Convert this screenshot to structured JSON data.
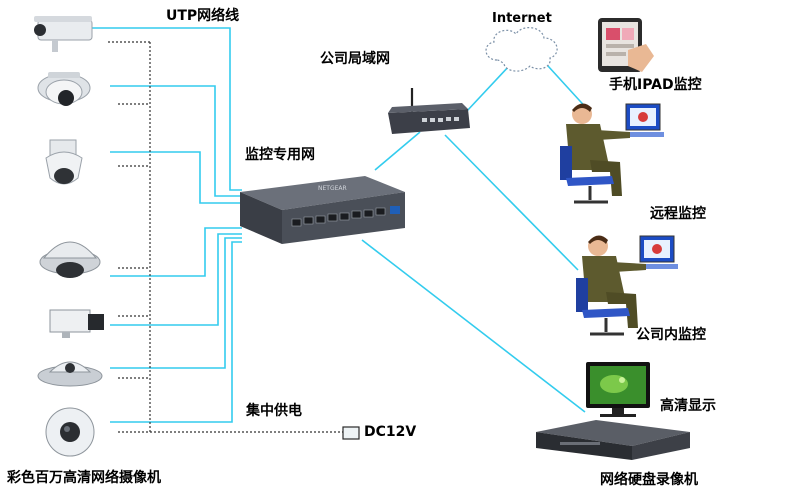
{
  "labels": {
    "utp": "UTP网络线",
    "internet": "Internet",
    "lan": "公司局域网",
    "switch_net": "监控专用网",
    "mobile": "手机IPAD监控",
    "remote": "远程监控",
    "internal": "公司内监控",
    "hd_display": "高清显示",
    "power": "集中供电",
    "dc": "DC12V",
    "cameras": "彩色百万高清网络摄像机",
    "nvr": "网络硬盘录像机"
  },
  "colors": {
    "network_line": "#33ccee",
    "power_line": "#333333",
    "switch_body": "#4a4f58",
    "router_body": "#3c3f48",
    "desk_blue": "#2a56c8",
    "person_suit": "#5d5a2e"
  },
  "icons": [
    "bullet-camera-icon",
    "turret-camera-icon",
    "ptz-dome-camera-icon",
    "dome-camera-icon",
    "box-camera-icon",
    "ufo-camera-icon",
    "fisheye-camera-icon",
    "network-switch-icon",
    "router-icon",
    "cloud-icon",
    "tablet-icon",
    "operator-at-computer-icon",
    "hd-monitor-icon",
    "nvr-icon",
    "dc-adapter-icon"
  ]
}
